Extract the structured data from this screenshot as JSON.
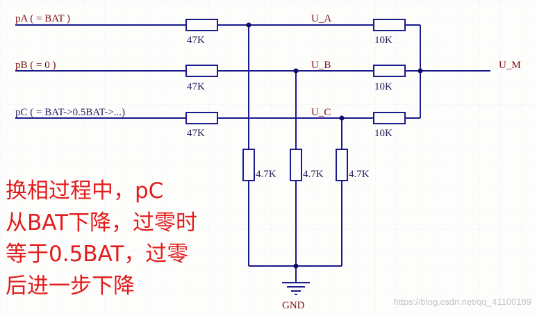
{
  "colors": {
    "wire": "#1a1a8c",
    "resistor": "#1a1a8c",
    "junction": "#0d0d66",
    "label": "#7a0f0f",
    "annotation": "#e21d1d",
    "grid": "#e6e6e6"
  },
  "inputs": [
    {
      "label": "pA ( = BAT )"
    },
    {
      "label": "pB ( = 0 )"
    },
    {
      "label": "pC ( = BAT->0.5BAT->...)"
    }
  ],
  "series_resistors": [
    "47K",
    "47K",
    "47K"
  ],
  "nodes": [
    "U_A",
    "U_B",
    "U_C"
  ],
  "output_resistors": [
    "10K",
    "10K",
    "10K"
  ],
  "output_label": "U_M",
  "shunt_resistors": [
    "4.7K",
    "4.7K",
    "4.7K"
  ],
  "ground_label": "GND",
  "annotation_lines": [
    "换相过程中，pC",
    "从BAT下降，过零时",
    "等于0.5BAT，过零",
    "后进一步下降"
  ],
  "watermark": "https://blog.csdn.net/qq_41100189"
}
